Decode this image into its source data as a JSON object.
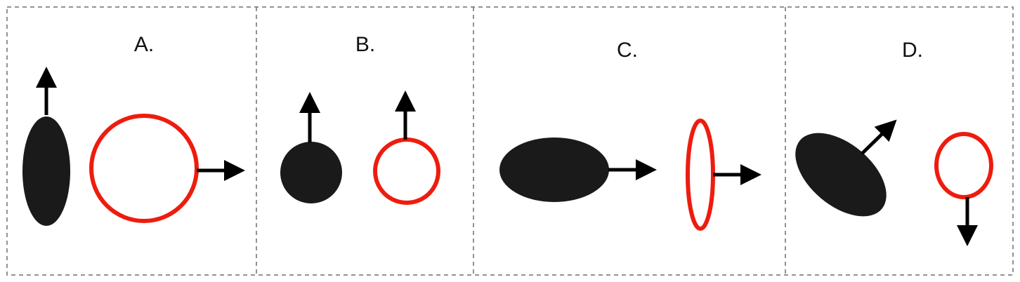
{
  "colors": {
    "ink": "#1a1a1a",
    "red": "#ee1c0e",
    "border": "#6f6f6f",
    "background": "#ffffff"
  },
  "panels": [
    {
      "label": "A."
    },
    {
      "label": "B."
    },
    {
      "label": "C."
    },
    {
      "label": "D."
    }
  ]
}
